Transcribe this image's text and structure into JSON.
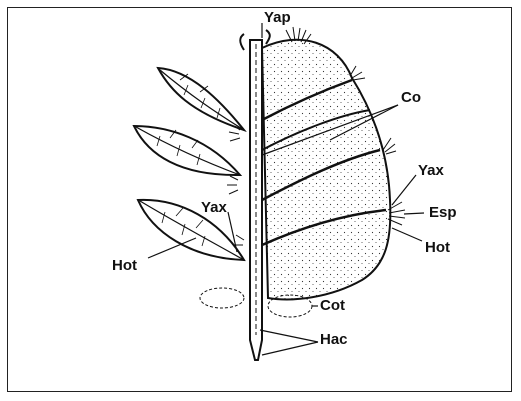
{
  "labels": {
    "yap": "Yap",
    "co": "Co",
    "yax_right": "Yax",
    "esp": "Esp",
    "hot_right": "Hot",
    "yax_left": "Yax",
    "hot_left": "Hot",
    "cot": "Cot",
    "hac": "Hac"
  },
  "colors": {
    "ink": "#111111",
    "background": "#ffffff"
  }
}
